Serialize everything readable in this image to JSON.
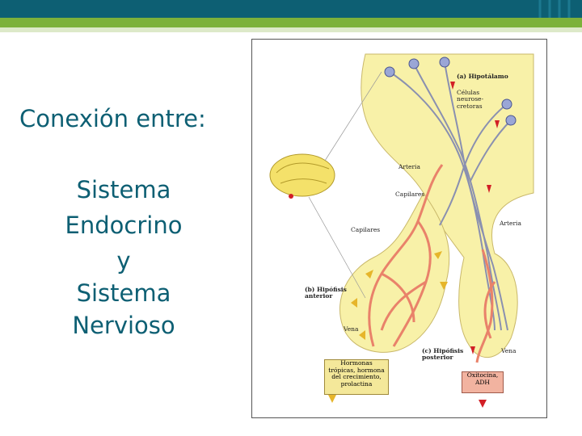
{
  "slide": {
    "title": "Conexión entre:",
    "line1": "Sistema",
    "line2": "Endocrino",
    "line3": "y",
    "line4": "Sistema",
    "line5": "Nervioso"
  },
  "figure": {
    "label_a": "(a) Hipotálamo",
    "cells_line1": "Células",
    "cells_line2": "neurose-",
    "cells_line3": "cretoras",
    "arteria_top": "Arteria",
    "capilares_top": "Capilares",
    "arteria_right": "Arteria",
    "capilares_left": "Capilares",
    "label_b1": "(b) Hipófisis",
    "label_b2": "anterior",
    "vena_left": "Vena",
    "label_c1": "(c) Hipófisis",
    "label_c2": "posterior",
    "vena_right": "Vena",
    "hormones_1": "Hormonas",
    "hormones_2": "trópicas, hormona",
    "hormones_3": "del crecimiento,",
    "hormones_4": "prolactina",
    "oxy_1": "Oxitocina,",
    "oxy_2": "ADH"
  },
  "colors": {
    "header": "#0d5f73",
    "accent": "#7cb13a",
    "tissue": "#f8f1a8",
    "vessel": "#e9826a",
    "neuron": "#9aa6d6"
  }
}
